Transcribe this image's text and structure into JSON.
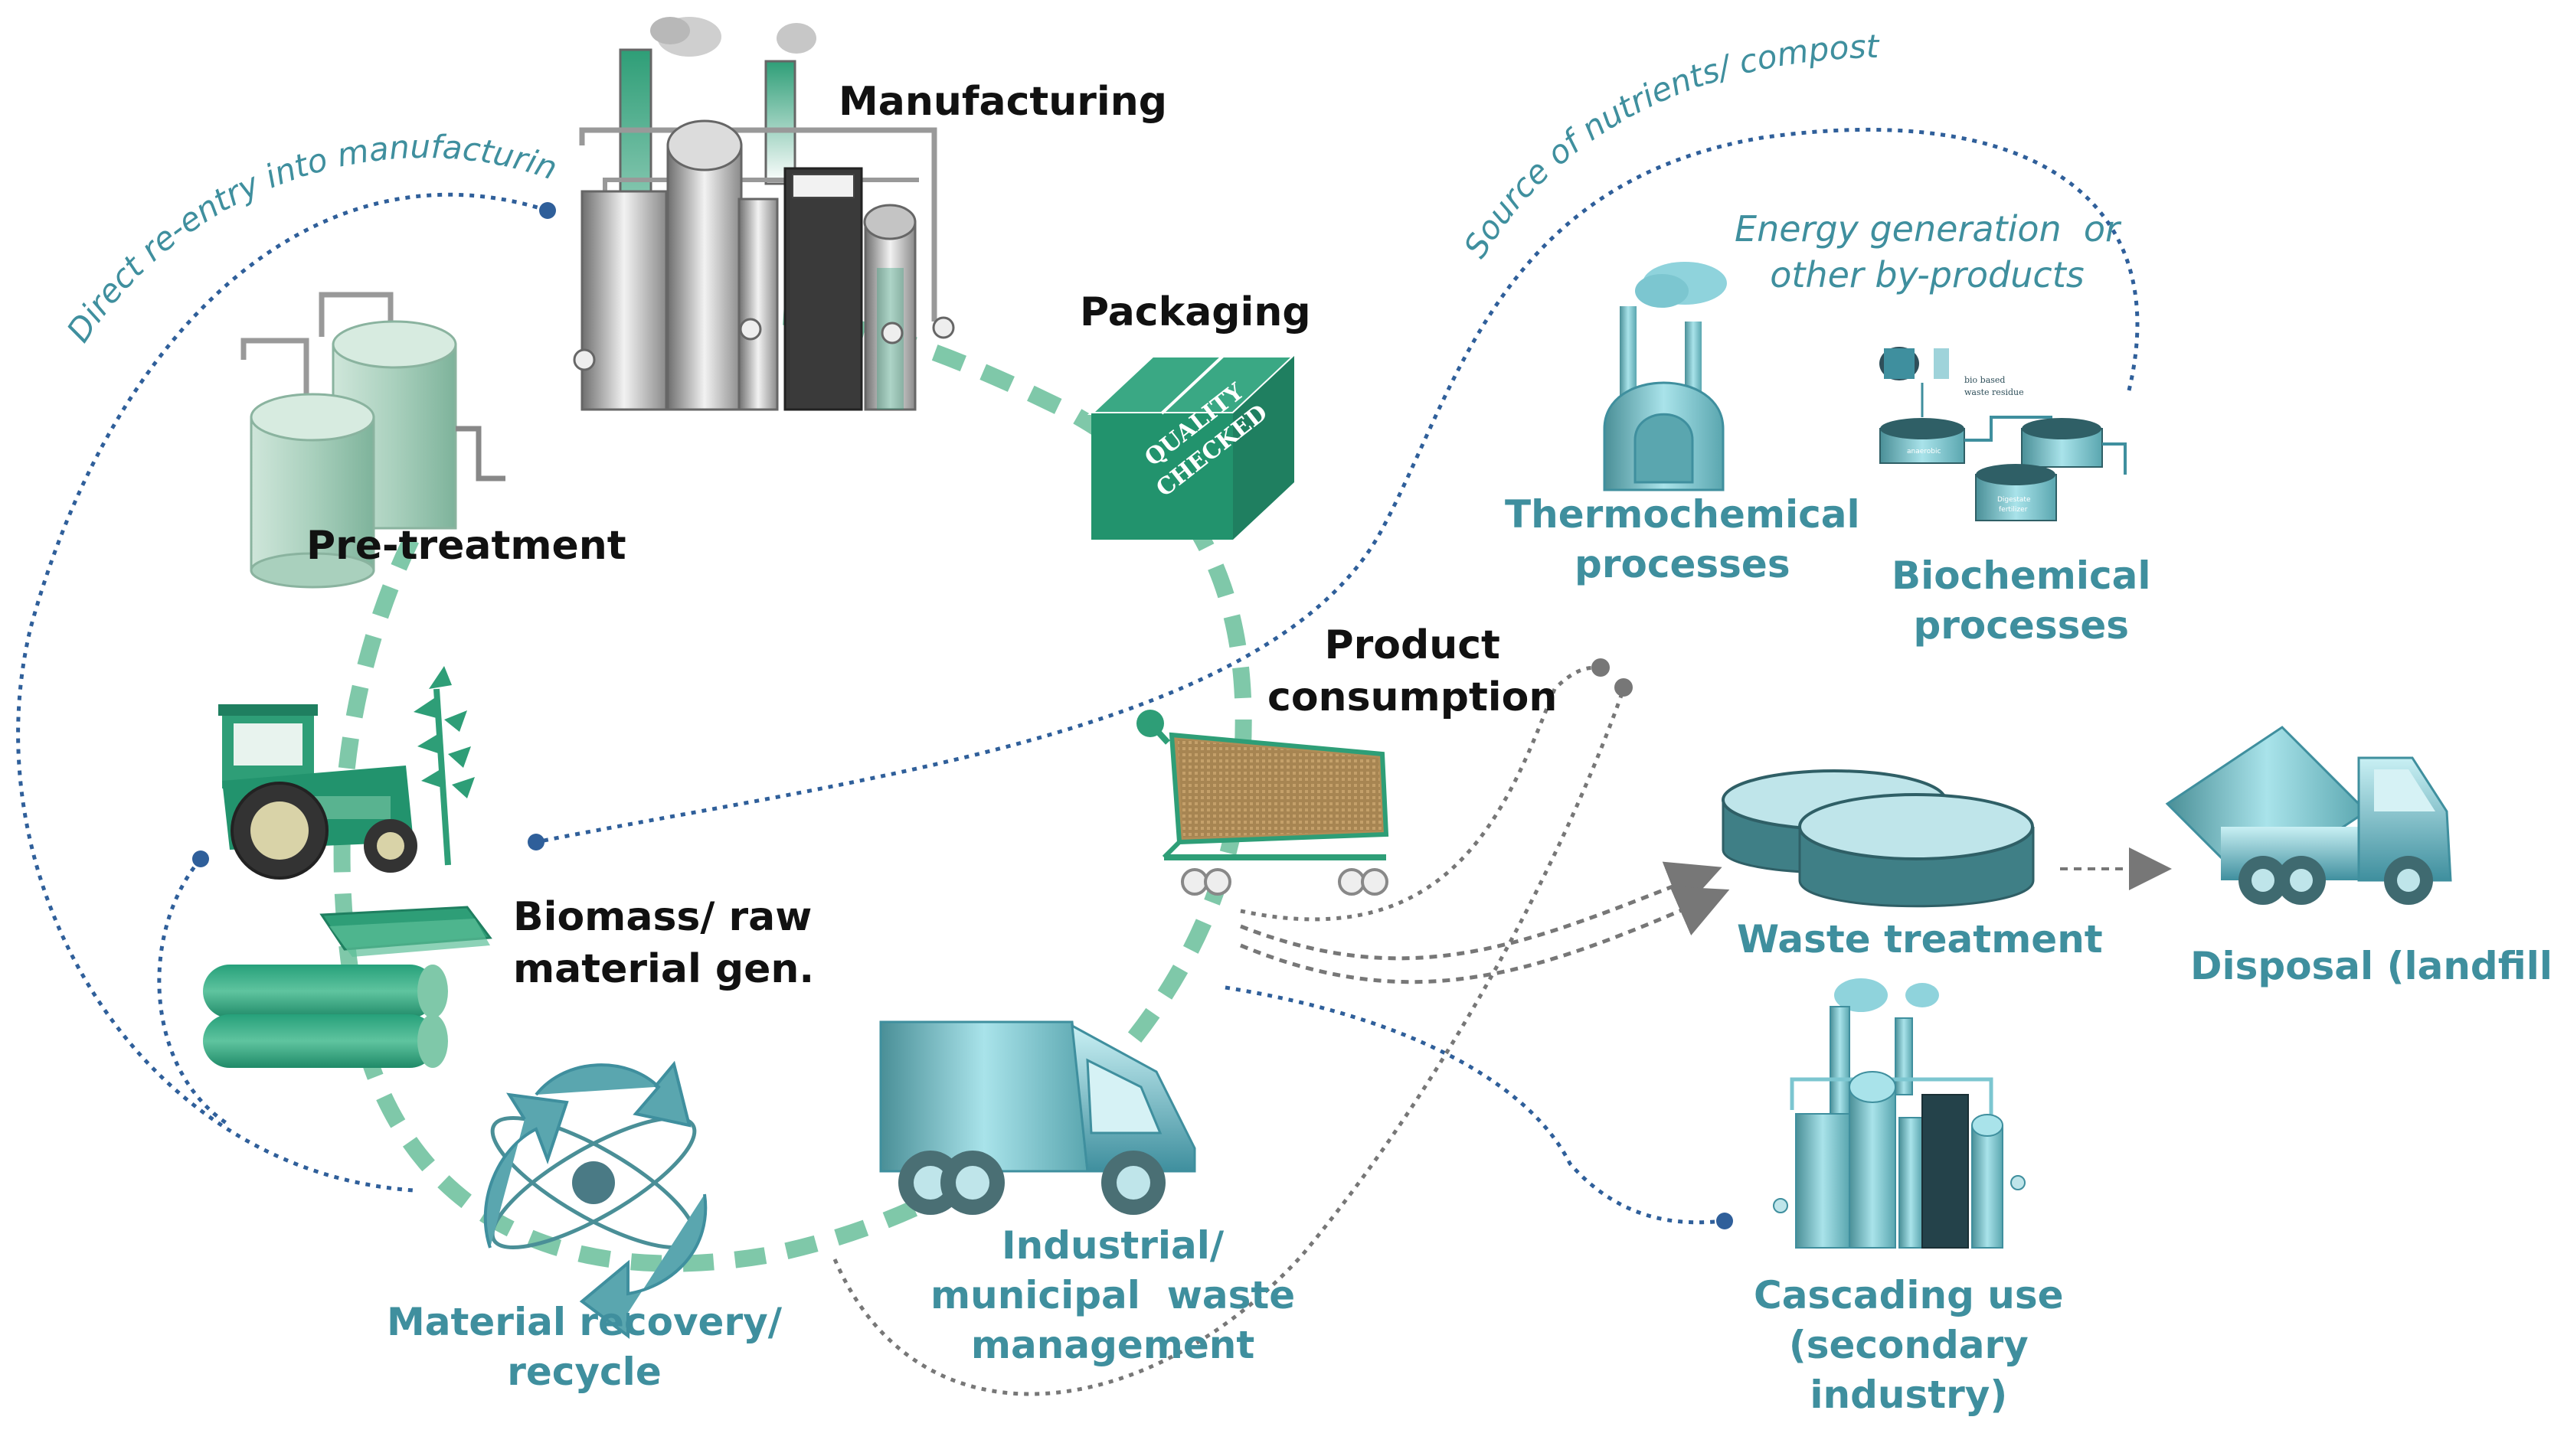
{
  "colors": {
    "green": "#2e9e77",
    "green_light": "#7fc8a9",
    "teal": "#3f8f9e",
    "teal_light": "#8fd3dc",
    "dark_text": "#111111",
    "dotted_blue": "#2f5f9a",
    "dotted_gray": "#777777"
  },
  "labels": {
    "manufacturing": "Manufacturing",
    "packaging": "Packaging",
    "pretreatment": "Pre-treatment",
    "product_consumption": [
      "Product",
      "consumption"
    ],
    "biomass": [
      "Biomass/ raw",
      "material gen."
    ],
    "material_recovery": [
      "Material recovery/",
      "recycle"
    ],
    "industrial_waste": [
      "Industrial/",
      "municipal  waste",
      "management"
    ],
    "thermochemical": [
      "Thermochemical",
      "processes"
    ],
    "biochemical": [
      "Biochemical",
      "processes"
    ],
    "energy_generation": [
      "Energy generation  or",
      "other by-products"
    ],
    "waste_treatment": "Waste treatment",
    "disposal": "Disposal (landfill)",
    "cascading": [
      "Cascading use",
      "(secondary",
      "industry)"
    ],
    "direct_reentry": "Direct re-entry into manufacturing",
    "source_nutrients": "Source of nutrients/ compost"
  },
  "box_text": [
    "QUALITY",
    "CHECKED"
  ],
  "biochem_mini_labels": {
    "bio_based": "bio based",
    "waste_residue": "waste residue",
    "anaerobic": "anaerobic",
    "digestate": "Digestate",
    "fertilizer": "fertilizer"
  }
}
